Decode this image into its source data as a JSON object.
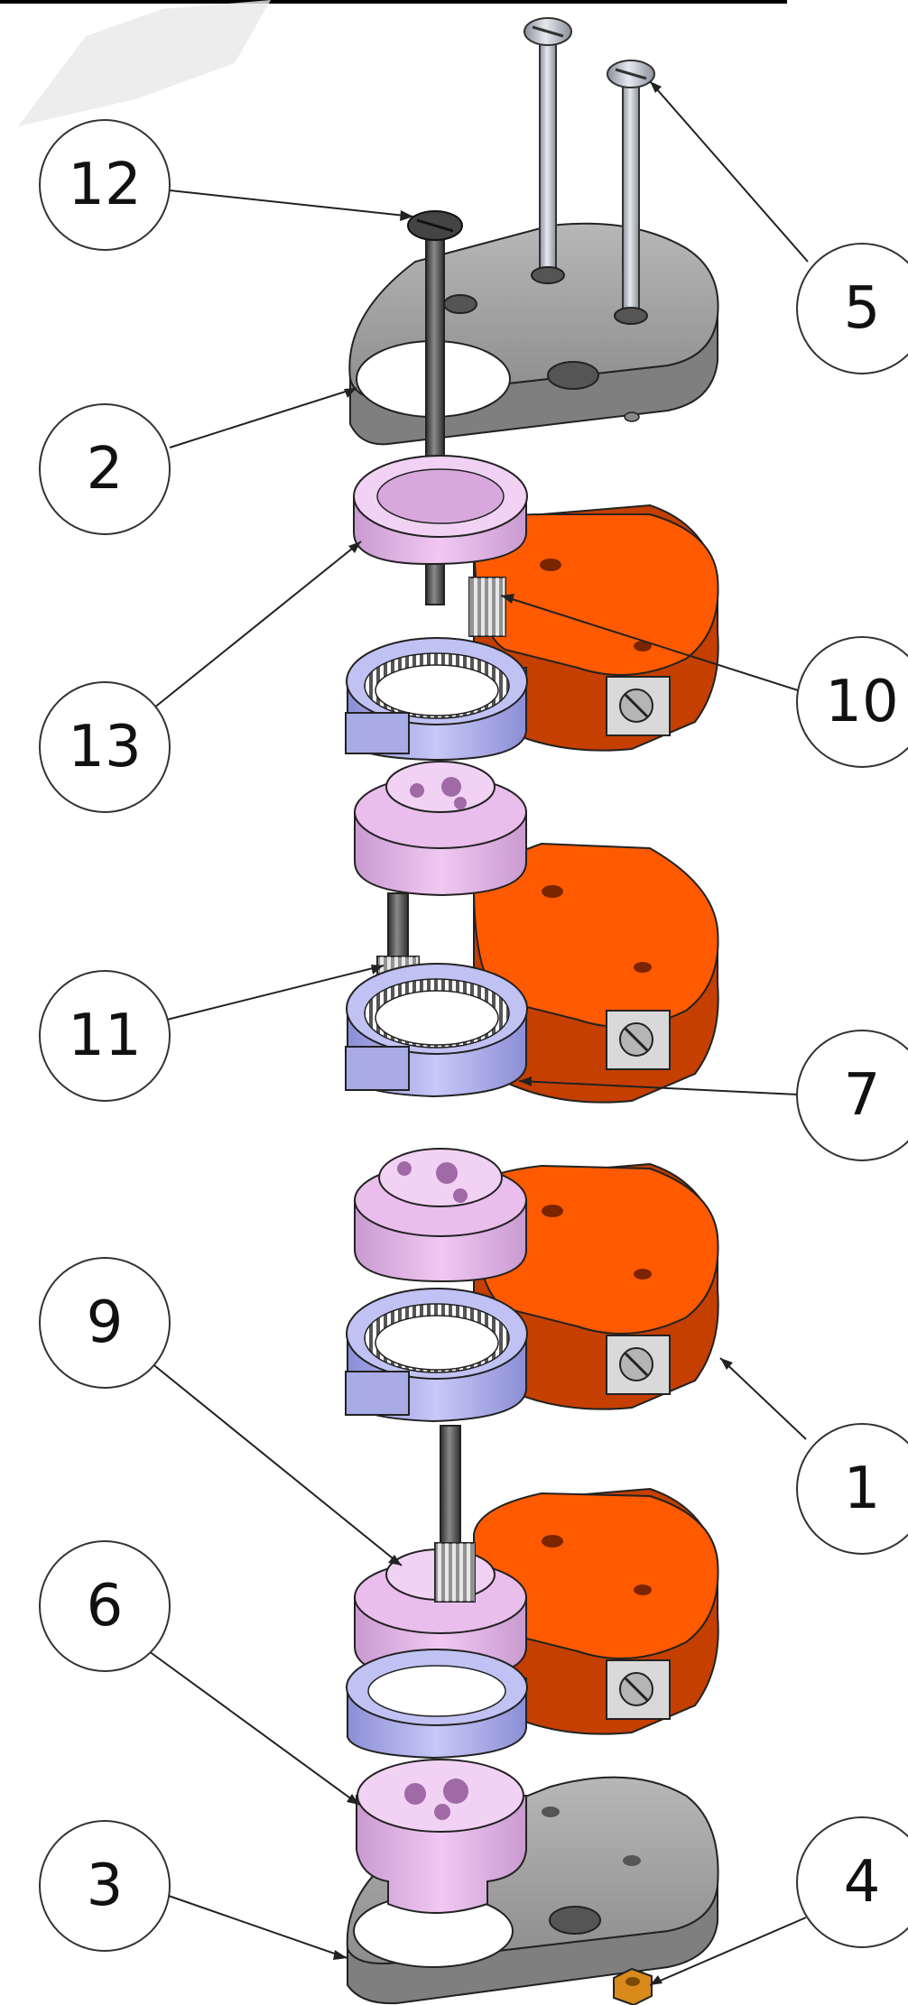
{
  "colors": {
    "background": "#ffffff",
    "frame": "#9a9a9a",
    "housing": "#ff5a00",
    "housing_dark": "#c43f00",
    "carrier": "#e6b6ea",
    "carrier_dark": "#a873ae",
    "ring_gear": "#aeb0ee",
    "ring_gear_dark": "#7a7cc0",
    "shaft": "#555555",
    "screw": "#bfc3cc",
    "nut": "#d98a1a",
    "leader": "#222222"
  },
  "callouts": [
    {
      "id": "12",
      "label": "12"
    },
    {
      "id": "2",
      "label": "2"
    },
    {
      "id": "13",
      "label": "13"
    },
    {
      "id": "11",
      "label": "11"
    },
    {
      "id": "9",
      "label": "9"
    },
    {
      "id": "6",
      "label": "6"
    },
    {
      "id": "3",
      "label": "3"
    },
    {
      "id": "5",
      "label": "5"
    },
    {
      "id": "10",
      "label": "10"
    },
    {
      "id": "7",
      "label": "7"
    },
    {
      "id": "1",
      "label": "1"
    },
    {
      "id": "4",
      "label": "4"
    }
  ]
}
